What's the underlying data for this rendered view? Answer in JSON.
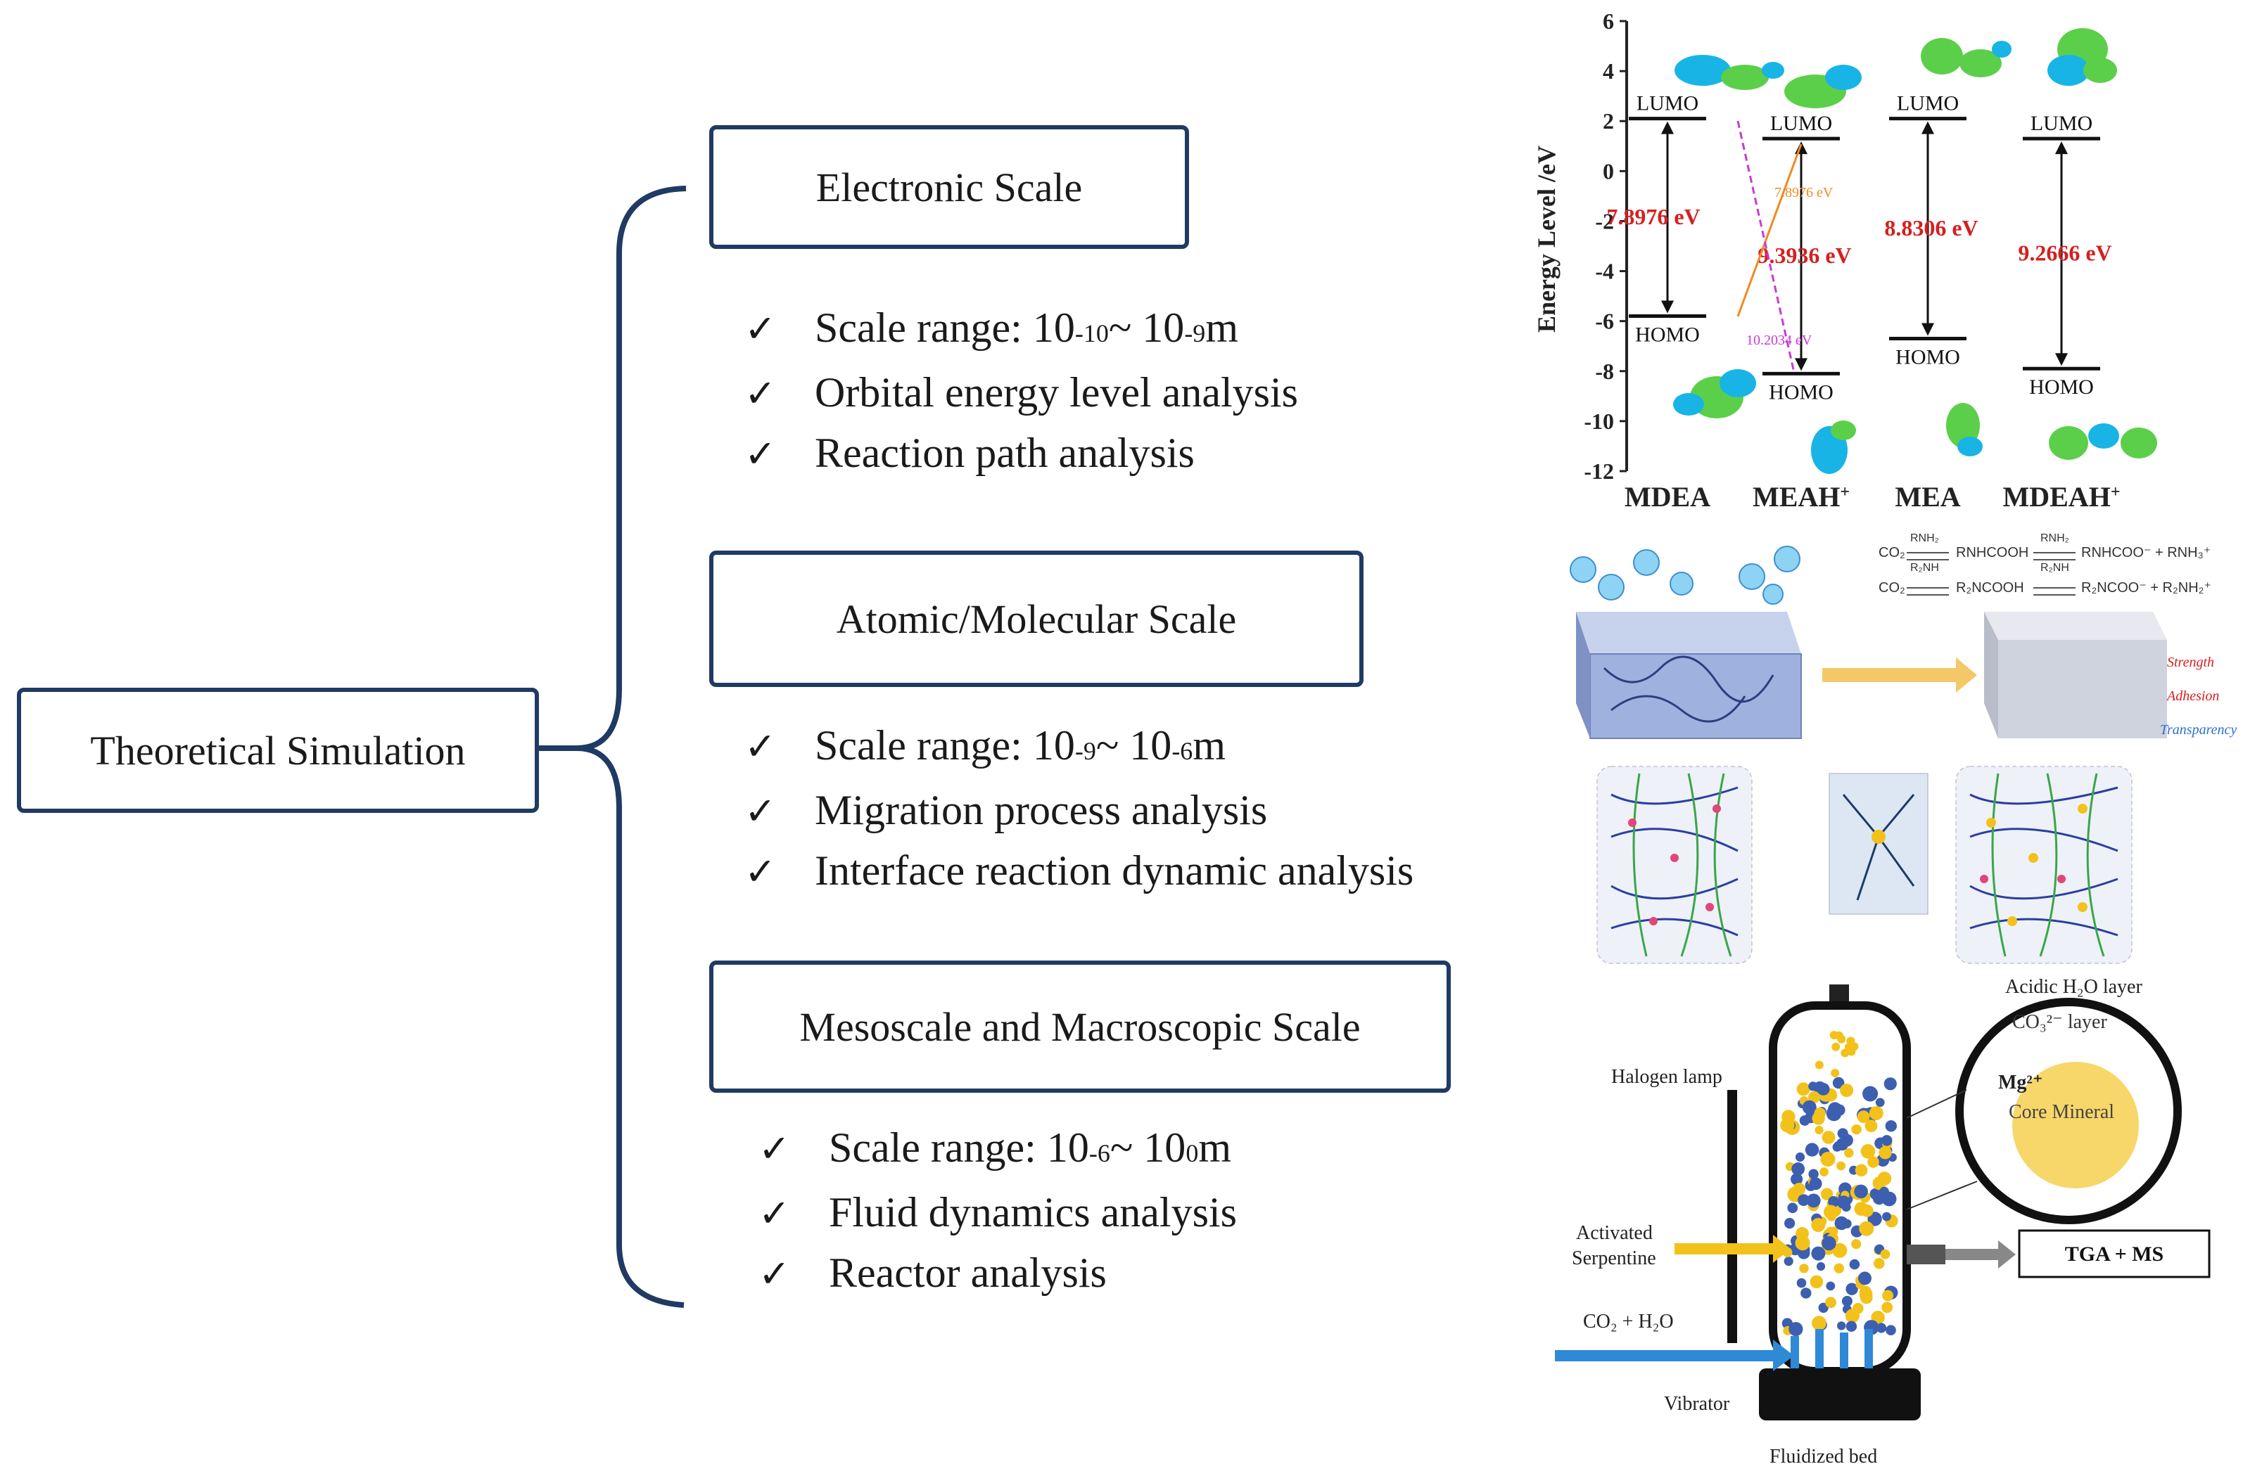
{
  "root": {
    "label": "Theoretical Simulation"
  },
  "sections": [
    {
      "title": "Electronic Scale",
      "bullets": [
        {
          "text": "Scale range: 10",
          "sup1": "-10",
          "mid": "~ 10",
          "sup2": "-9",
          "unit": "m"
        },
        {
          "text": "Orbital energy level analysis"
        },
        {
          "text": "Reaction path analysis"
        }
      ]
    },
    {
      "title": "Atomic/Molecular Scale",
      "bullets": [
        {
          "text": "Scale range: 10",
          "sup1": "-9",
          "mid": "~ 10",
          "sup2": "-6",
          "unit": "m"
        },
        {
          "text": "Migration process analysis"
        },
        {
          "text": "Interface reaction dynamic analysis"
        }
      ]
    },
    {
      "title": "Mesoscale and Macroscopic Scale",
      "bullets": [
        {
          "text": "Scale range: 10",
          "sup1": "-6",
          "mid": "~ 10",
          "sup2": "0",
          "unit": "m"
        },
        {
          "text": "Fluid dynamics analysis"
        },
        {
          "text": "Reactor analysis"
        }
      ]
    }
  ],
  "check_glyph": "✓",
  "energy_diagram": {
    "ylabel": "Energy Level /eV",
    "yticks": [
      "6",
      "4",
      "2",
      "0",
      "-2",
      "-4",
      "-6",
      "-8",
      "-10",
      "-12"
    ],
    "molecules": [
      {
        "name": "MDEA",
        "lumo_label": "LUMO",
        "homo_label": "HOMO",
        "gap_label": "7.8976 eV",
        "lumo": 2.1,
        "homo": -5.8
      },
      {
        "name": "MEAH",
        "name_sup": "+",
        "lumo_label": "LUMO",
        "homo_label": "HOMO",
        "gap_label": "9.3936 eV",
        "lumo": 1.3,
        "homo": -8.1
      },
      {
        "name": "MEA",
        "lumo_label": "LUMO",
        "homo_label": "HOMO",
        "gap_label": "8.8306 eV",
        "lumo": 2.1,
        "homo": -6.7
      },
      {
        "name": "MDEAH",
        "name_sup": "+",
        "lumo_label": "LUMO",
        "homo_label": "HOMO",
        "gap_label": "9.2666 eV",
        "lumo": 1.3,
        "homo": -7.9
      }
    ],
    "cross_gap_labels": [
      "7.8976 eV",
      "10.2034 eV"
    ]
  },
  "hydrogel": {
    "eq1_left": "CO₂",
    "eq1_mid": "RNHCOOH",
    "eq1_right": "RNHCOO⁻ + RNH₃⁺",
    "eq1_top1": "RNH₂",
    "eq1_bot1": "R₂NH",
    "eq1_top2": "RNH₂",
    "eq1_bot2": "R₂NH",
    "eq2_left": "CO₂",
    "eq2_mid": "R₂NCOOH",
    "eq2_right": "R₂NCOO⁻ + R₂NH₂⁺",
    "props": [
      "Strength",
      "Adhesion",
      "Transparency"
    ],
    "layer_label": "Acidic H₂O layer"
  },
  "reactor": {
    "halogen_lamp": "Halogen lamp",
    "co3_layer": "CO₃²⁻ layer",
    "mg": "Mg²⁺",
    "core_mineral": "Core Mineral",
    "activated": "Activated",
    "serpentine": "Serpentine",
    "inlet": "CO₂ + H₂O",
    "tga": "TGA + MS",
    "vibrator": "Vibrator",
    "fluidized_bed": "Fluidized bed"
  },
  "colors": {
    "frame": "#1f3b64",
    "gap_red": "#d42020",
    "orbital_green": "#5ccf4a",
    "orbital_cyan": "#18b4e6",
    "particle_yellow": "#f2c21b",
    "particle_blue": "#3d5fb0"
  }
}
